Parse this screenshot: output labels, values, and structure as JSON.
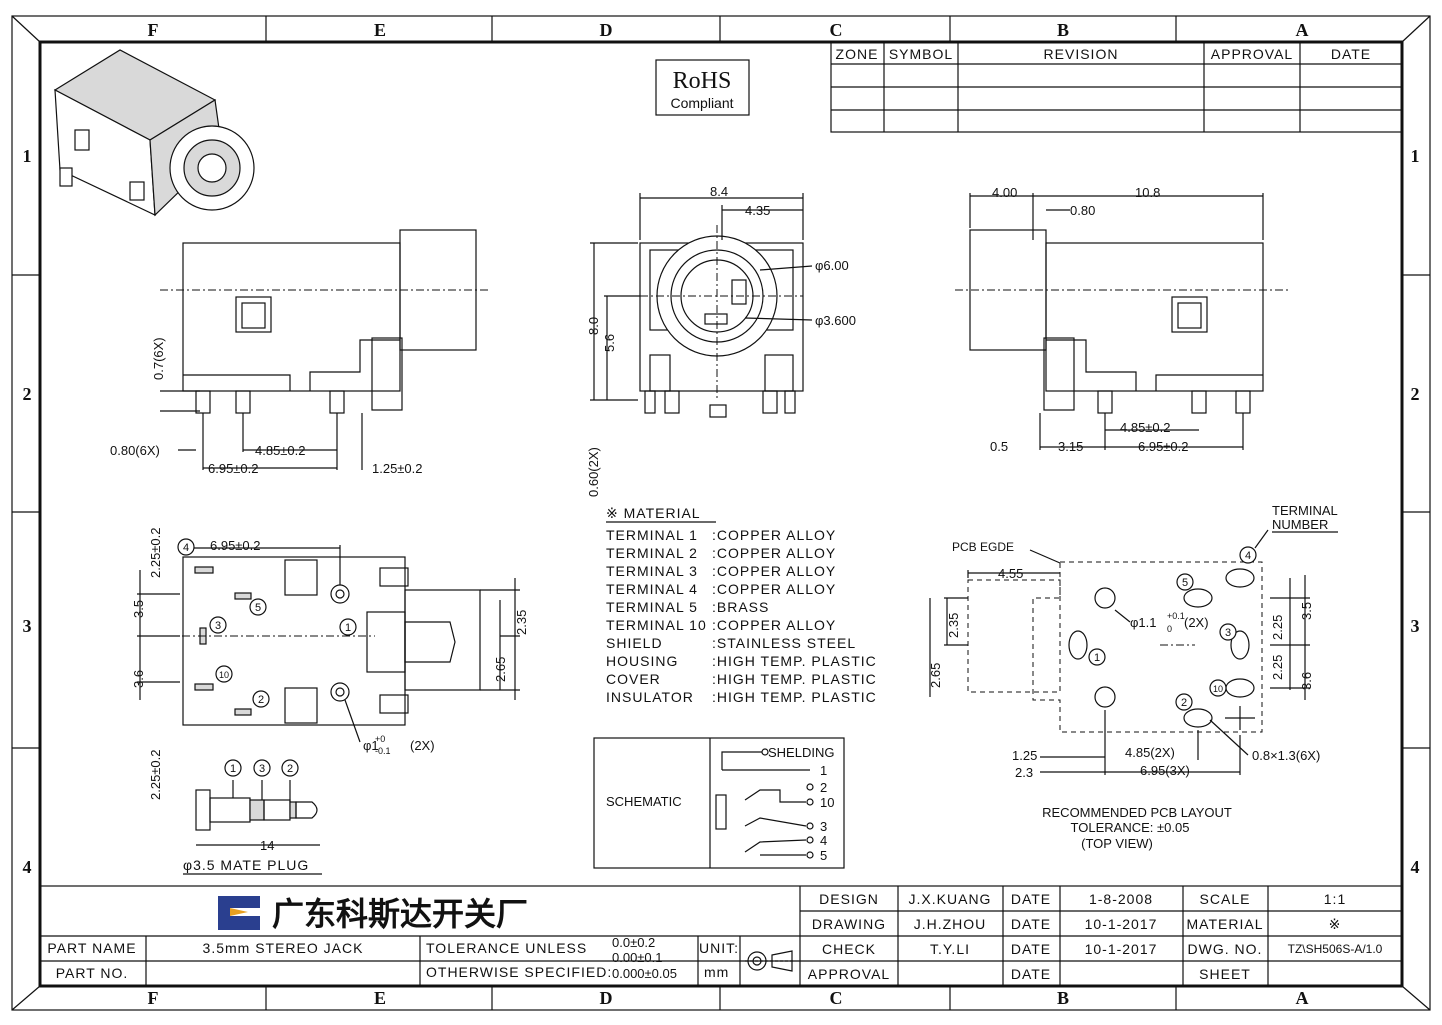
{
  "sheet": {
    "zones_top": [
      "F",
      "E",
      "D",
      "C",
      "B",
      "A"
    ],
    "zones_side": [
      "1",
      "2",
      "3",
      "4"
    ]
  },
  "rohs": {
    "line1": "RoHS",
    "line2": "Compliant"
  },
  "revision_table": {
    "headers": [
      "ZONE",
      "SYMBOL",
      "REVISION",
      "APPROVAL",
      "DATE"
    ]
  },
  "front_view": {
    "dims": [
      "8.4",
      "4.35",
      "φ6.00",
      "φ3.600",
      "8.0",
      "5.6",
      "0.60(2X)"
    ]
  },
  "left_view": {
    "dims": [
      "0.7(6X)",
      "0.80(6X)",
      "4.85±0.2",
      "6.95±0.2",
      "1.25±0.2"
    ]
  },
  "right_view": {
    "dims": [
      "4.00",
      "10.8",
      "0.80",
      "4.85±0.2",
      "0.5",
      "3.15",
      "6.95±0.2"
    ]
  },
  "bottom_view": {
    "dims": [
      "6.95±0.2",
      "2.25±0.2",
      "3.5",
      "3.6",
      "2.35",
      "2.65",
      "2.25±0.2",
      "φ1",
      "+0",
      "-0.1",
      "(2X)"
    ],
    "terminals": [
      "4",
      "5",
      "3",
      "1",
      "10",
      "2"
    ]
  },
  "plug": {
    "terminals": [
      "1",
      "3",
      "2"
    ],
    "dim": "14",
    "caption": "φ3.5 MATE PLUG"
  },
  "material": {
    "title": "※ MATERIAL",
    "rows": [
      {
        "part": "TERMINAL  1",
        "mat": ":COPPER  ALLOY"
      },
      {
        "part": "TERMINAL  2",
        "mat": ":COPPER  ALLOY"
      },
      {
        "part": "TERMINAL  3",
        "mat": ":COPPER  ALLOY"
      },
      {
        "part": "TERMINAL  4",
        "mat": ":COPPER  ALLOY"
      },
      {
        "part": "TERMINAL  5",
        "mat": ":BRASS"
      },
      {
        "part": "TERMINAL 10",
        "mat": ":COPPER  ALLOY"
      },
      {
        "part": "SHIELD",
        "mat": ":STAINLESS  STEEL"
      },
      {
        "part": "HOUSING",
        "mat": ":HIGH  TEMP.  PLASTIC"
      },
      {
        "part": "COVER",
        "mat": ":HIGH  TEMP.  PLASTIC"
      },
      {
        "part": "INSULATOR",
        "mat": ":HIGH  TEMP.  PLASTIC"
      }
    ]
  },
  "schematic": {
    "label": "SCHEMATIC",
    "pins": [
      "SHELDING",
      "1",
      "2",
      "10",
      "3",
      "4",
      "5"
    ]
  },
  "pcb_layout": {
    "terminal_number_label": [
      "TERMINAL",
      "NUMBER"
    ],
    "edge_label": "PCB EGDE",
    "dims": [
      "4.55",
      "2.35",
      "2.65",
      "1.25",
      "2.3",
      "4.85(2X)",
      "6.95(3X)",
      "2.25",
      "3.5",
      "2.25",
      "3.6",
      "0.8×1.3(6X)"
    ],
    "hole_dim": {
      "main": "φ1.1",
      "sup": "+0.1",
      "sub": "0",
      "suffix": "(2X)"
    },
    "terminals": [
      "4",
      "5",
      "3",
      "1",
      "10",
      "2"
    ],
    "caption": [
      "RECOMMENDED  PCB  LAYOUT",
      "TOLERANCE: ±0.05",
      "(TOP  VIEW)"
    ]
  },
  "title_block": {
    "company": "广东科斯达开关厂",
    "part_name_label": "PART NAME",
    "part_name": "3.5mm  STEREO  JACK",
    "part_no_label": "PART NO.",
    "tolerance_label": "TOLERANCE  UNLESS",
    "otherwise_label": "OTHERWISE  SPECIFIED:",
    "tol_values": [
      "0.0±0.2",
      "0.00±0.1",
      "0.000±0.05"
    ],
    "unit_label": "UNIT:",
    "unit": "mm",
    "rows": [
      {
        "role": "DESIGN",
        "name": "J.X.KUANG",
        "date_label": "DATE",
        "date": "1-8-2008",
        "key": "SCALE",
        "val": "1:1"
      },
      {
        "role": "DRAWING",
        "name": "J.H.ZHOU",
        "date_label": "DATE",
        "date": "10-1-2017",
        "key": "MATERIAL",
        "val": "※"
      },
      {
        "role": "CHECK",
        "name": "T.Y.LI",
        "date_label": "DATE",
        "date": "10-1-2017",
        "key": "DWG. NO.",
        "val": "TZ\\SH506S-A/1.0"
      },
      {
        "role": "APPROVAL",
        "name": "",
        "date_label": "DATE",
        "date": "",
        "key": "SHEET",
        "val": ""
      }
    ]
  }
}
